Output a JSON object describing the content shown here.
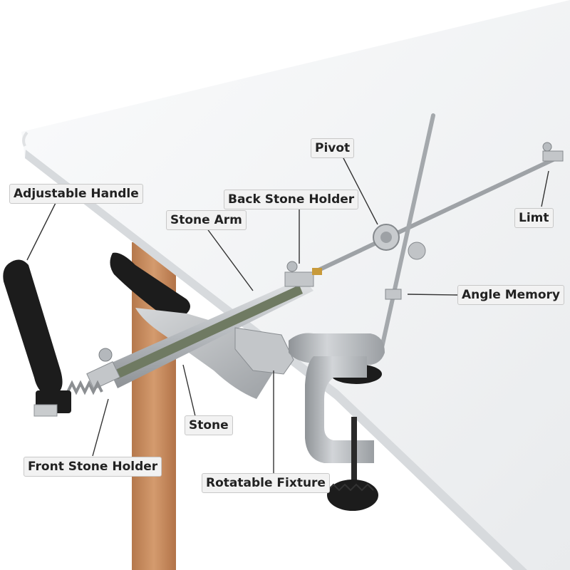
{
  "labels": {
    "adjustable_handle": "Adjustable Handle",
    "back_stone_holder": "Back Stone Holder",
    "pivot": "Pivot",
    "stone_arm": "Stone Arm",
    "limit": "Limt",
    "angle_memory": "Angle Memory",
    "stone": "Stone",
    "front_stone_holder": "Front Stone Holder",
    "rotatable_fixture": "Rotatable Fixture"
  },
  "colors": {
    "background": "#ffffff",
    "table_top": "#f4f5f6",
    "table_leg": "#c98f63",
    "metal": "#c3c6c9",
    "handle": "#1c1c1c",
    "stone": "#6f7a62",
    "label_bg": "#f2f2f2",
    "label_border": "#c8c8c8",
    "leader_line": "#333333"
  }
}
